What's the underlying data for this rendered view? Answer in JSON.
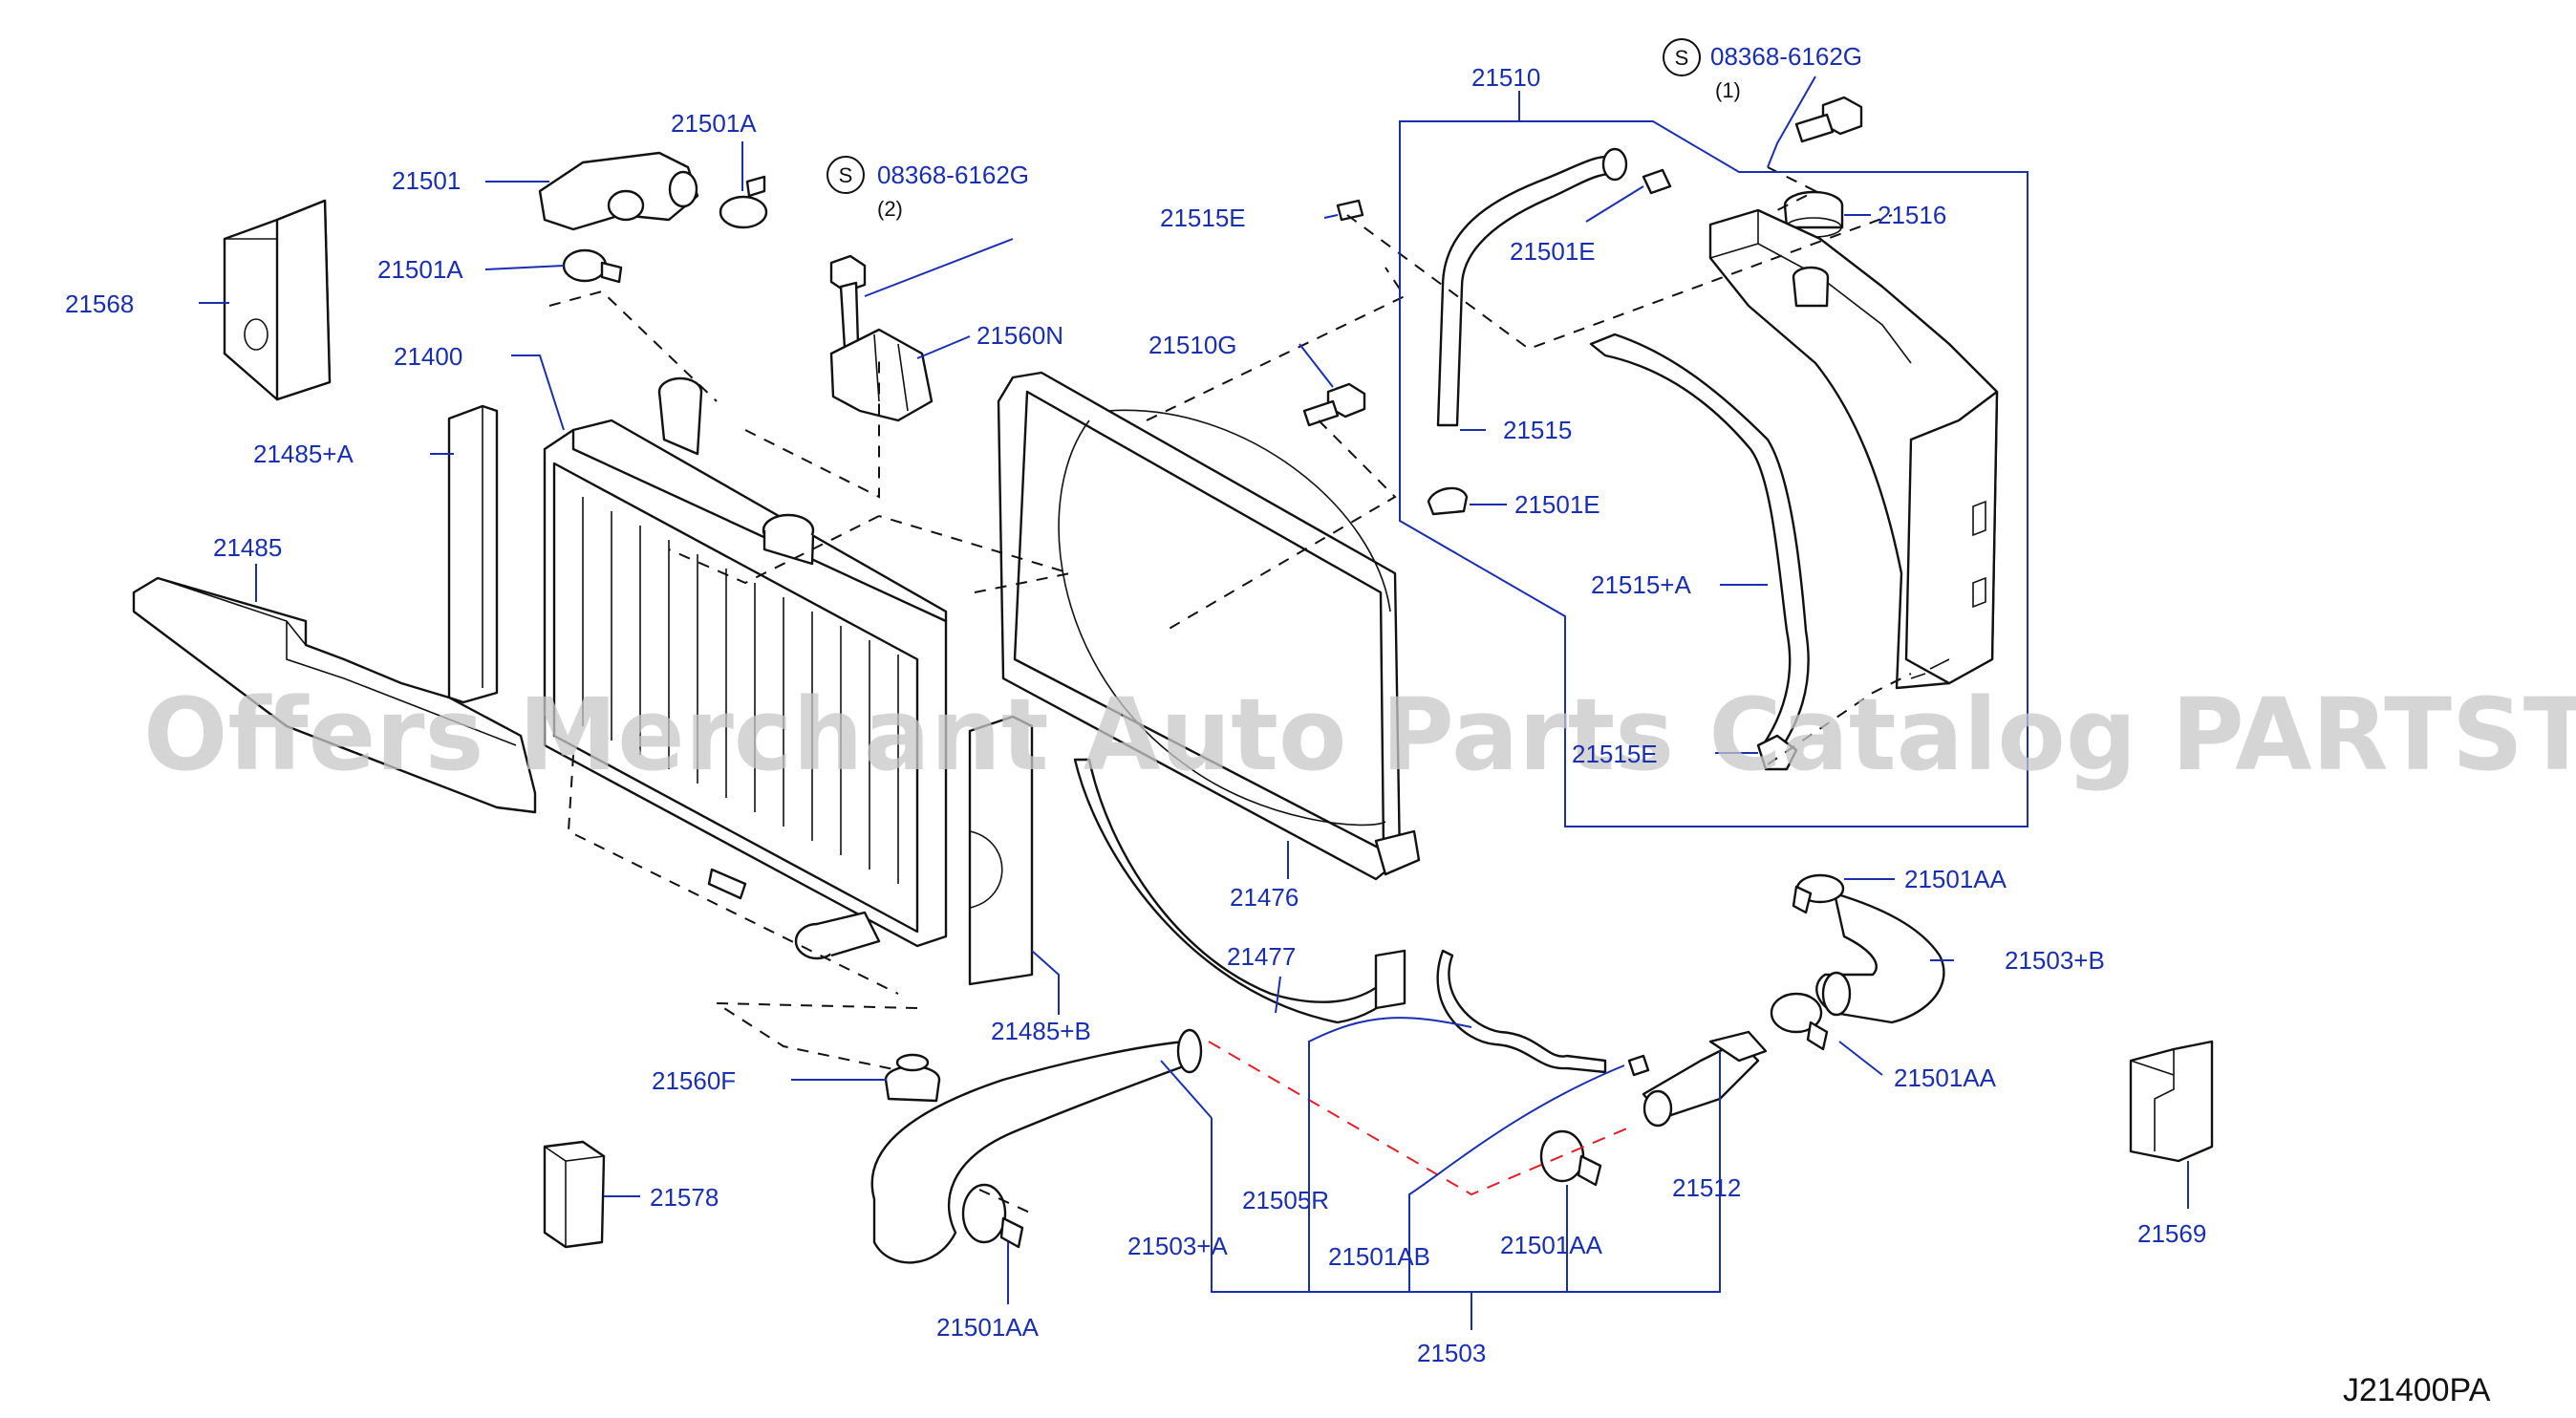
{
  "watermark": "Offers Merchant Auto Parts Catalog PARTSTORE.SA",
  "diagram_code": "J21400PA",
  "labels": {
    "p21510": "21510",
    "p08368_1": "08368-6162G",
    "qty1": "(1)",
    "p21501A_top": "21501A",
    "p21501": "21501",
    "p08368_2": "08368-6162G",
    "qty2": "(2)",
    "p21515E_a": "21515E",
    "p21516": "21516",
    "p21501E_a": "21501E",
    "p21501A": "21501A",
    "p21568": "21568",
    "p21560N": "21560N",
    "p21510G": "21510G",
    "p21400": "21400",
    "p21515": "21515",
    "p21485A": "21485+A",
    "p21501E_b": "21501E",
    "p21485": "21485",
    "p21515A": "21515+A",
    "p21515E_b": "21515E",
    "p21476": "21476",
    "p21501AA_1": "21501AA",
    "p21477": "21477",
    "p21503B": "21503+B",
    "p21485B": "21485+B",
    "p21501AA_2": "21501AA",
    "p21560F": "21560F",
    "p21512": "21512",
    "p21578": "21578",
    "p21505R": "21505R",
    "p21503A": "21503+A",
    "p21501AB": "21501AB",
    "p21501AA_3": "21501AA",
    "p21569": "21569",
    "p21501AA_4": "21501AA",
    "p21503": "21503"
  },
  "markers": {
    "s1": "S",
    "s2": "S"
  },
  "colors": {
    "label": "#1a2fb0",
    "line": "#111111",
    "red_dash": "#e0202a",
    "watermark": "#c8c8c8"
  }
}
